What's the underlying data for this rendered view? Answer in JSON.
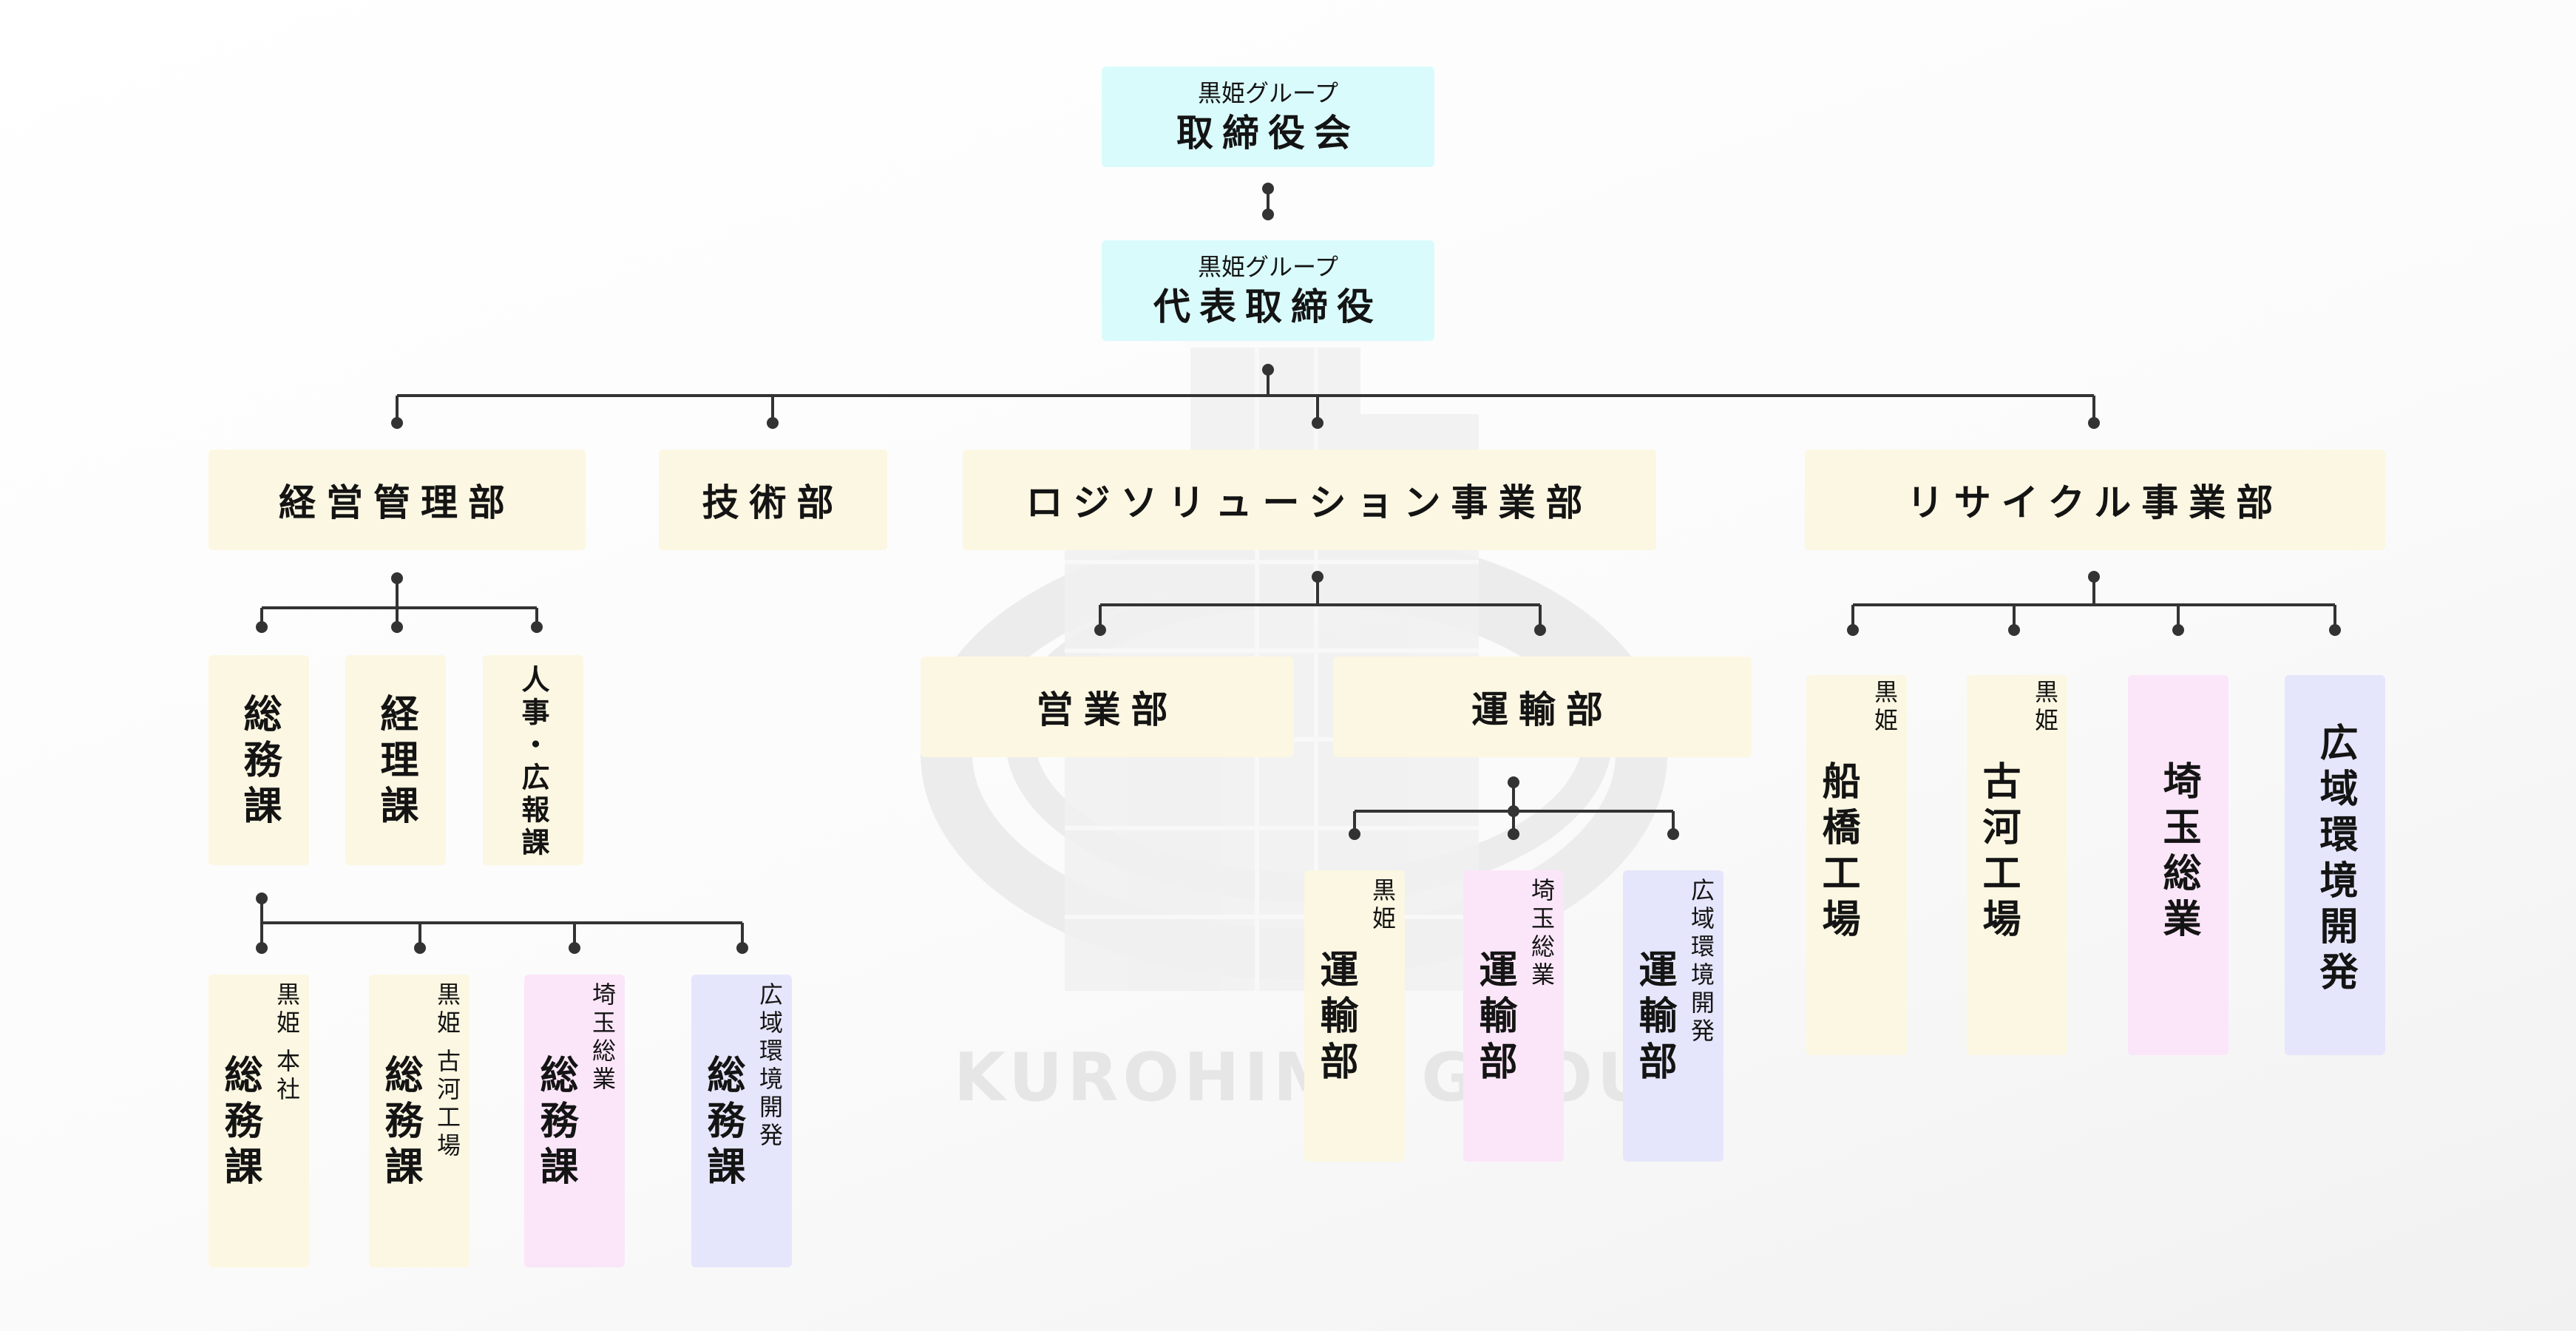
{
  "watermark": "KUROHIME GROUP",
  "nodes": {
    "board": {
      "sub": "黒姫グループ",
      "label": "取締役会"
    },
    "president": {
      "sub": "黒姫グループ",
      "label": "代表取締役"
    },
    "mgmt": {
      "label": "経営管理部"
    },
    "tech": {
      "label": "技術部"
    },
    "logi": {
      "label": "ロジソリューション事業部"
    },
    "recycle": {
      "label": "リサイクル事業部"
    },
    "soumu": {
      "label": "総務課"
    },
    "keiri": {
      "label": "経理課"
    },
    "jinji": {
      "label": "人事・広報課"
    },
    "soumu_hq": {
      "label": "総務課",
      "sub1": "黒姫",
      "sub2": "本社"
    },
    "soumu_koga": {
      "label": "総務課",
      "sub1": "黒姫",
      "sub2": "古河工場"
    },
    "soumu_sai": {
      "label": "総務課",
      "sub1": "埼玉総業"
    },
    "soumu_kou": {
      "label": "総務課",
      "sub1": "広域環境開発"
    },
    "sales": {
      "label": "営業部"
    },
    "transport": {
      "label": "運輸部"
    },
    "t_kuro": {
      "label": "運輸部",
      "sub1": "黒姫"
    },
    "t_sai": {
      "label": "運輸部",
      "sub1": "埼玉総業"
    },
    "t_kou": {
      "label": "運輸部",
      "sub1": "広域環境開発"
    },
    "funabashi": {
      "label": "船橋工場",
      "sub1": "黒姫"
    },
    "koga": {
      "label": "古河工場",
      "sub1": "黒姫"
    },
    "saitama": {
      "label": "埼玉総業"
    },
    "kouiki": {
      "label": "広域環境開発"
    }
  },
  "colors": {
    "top": "#dafbfc",
    "yellow": "#fcf7e2",
    "pink": "#fbe6f9",
    "blue": "#e5e6fb",
    "line": "#333333",
    "watermark": "#e6e6e6"
  }
}
